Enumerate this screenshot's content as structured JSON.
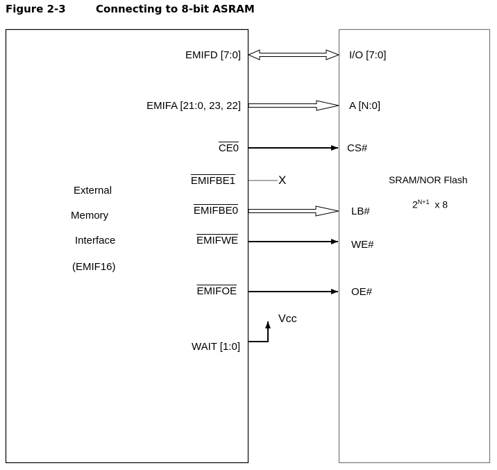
{
  "figure": {
    "number": "Figure 2-3",
    "title": "Connecting to 8-bit ASRAM"
  },
  "left_block": {
    "lines": [
      "External",
      "Memory",
      "Interface",
      "(EMIF16)"
    ]
  },
  "right_block": {
    "name": "SRAM/NOR Flash",
    "size_base": "2",
    "size_exp": "N+1",
    "size_suffix": "x 8"
  },
  "signals": [
    {
      "left": "EMIFD [7:0]",
      "right": "I/O [7:0]",
      "type": "bidirectional-bus"
    },
    {
      "left": "EMIFA [21:0, 23, 22]",
      "right": "A [N:0]",
      "type": "bus"
    },
    {
      "left": "CE0",
      "right": "CS#",
      "type": "signal",
      "active_low": true
    },
    {
      "left": "EMIFBE1",
      "right": "X",
      "type": "no-connect",
      "active_low": true
    },
    {
      "left": "EMIFBE0",
      "right": "LB#",
      "type": "bus",
      "active_low": true
    },
    {
      "left": "EMIFWE",
      "right": "WE#",
      "type": "signal",
      "active_low": true
    },
    {
      "left": "EMIFOE",
      "right": "OE#",
      "type": "signal",
      "active_low": true
    },
    {
      "left": "WAIT [1:0]",
      "right": "Vcc",
      "type": "pull-up"
    }
  ]
}
